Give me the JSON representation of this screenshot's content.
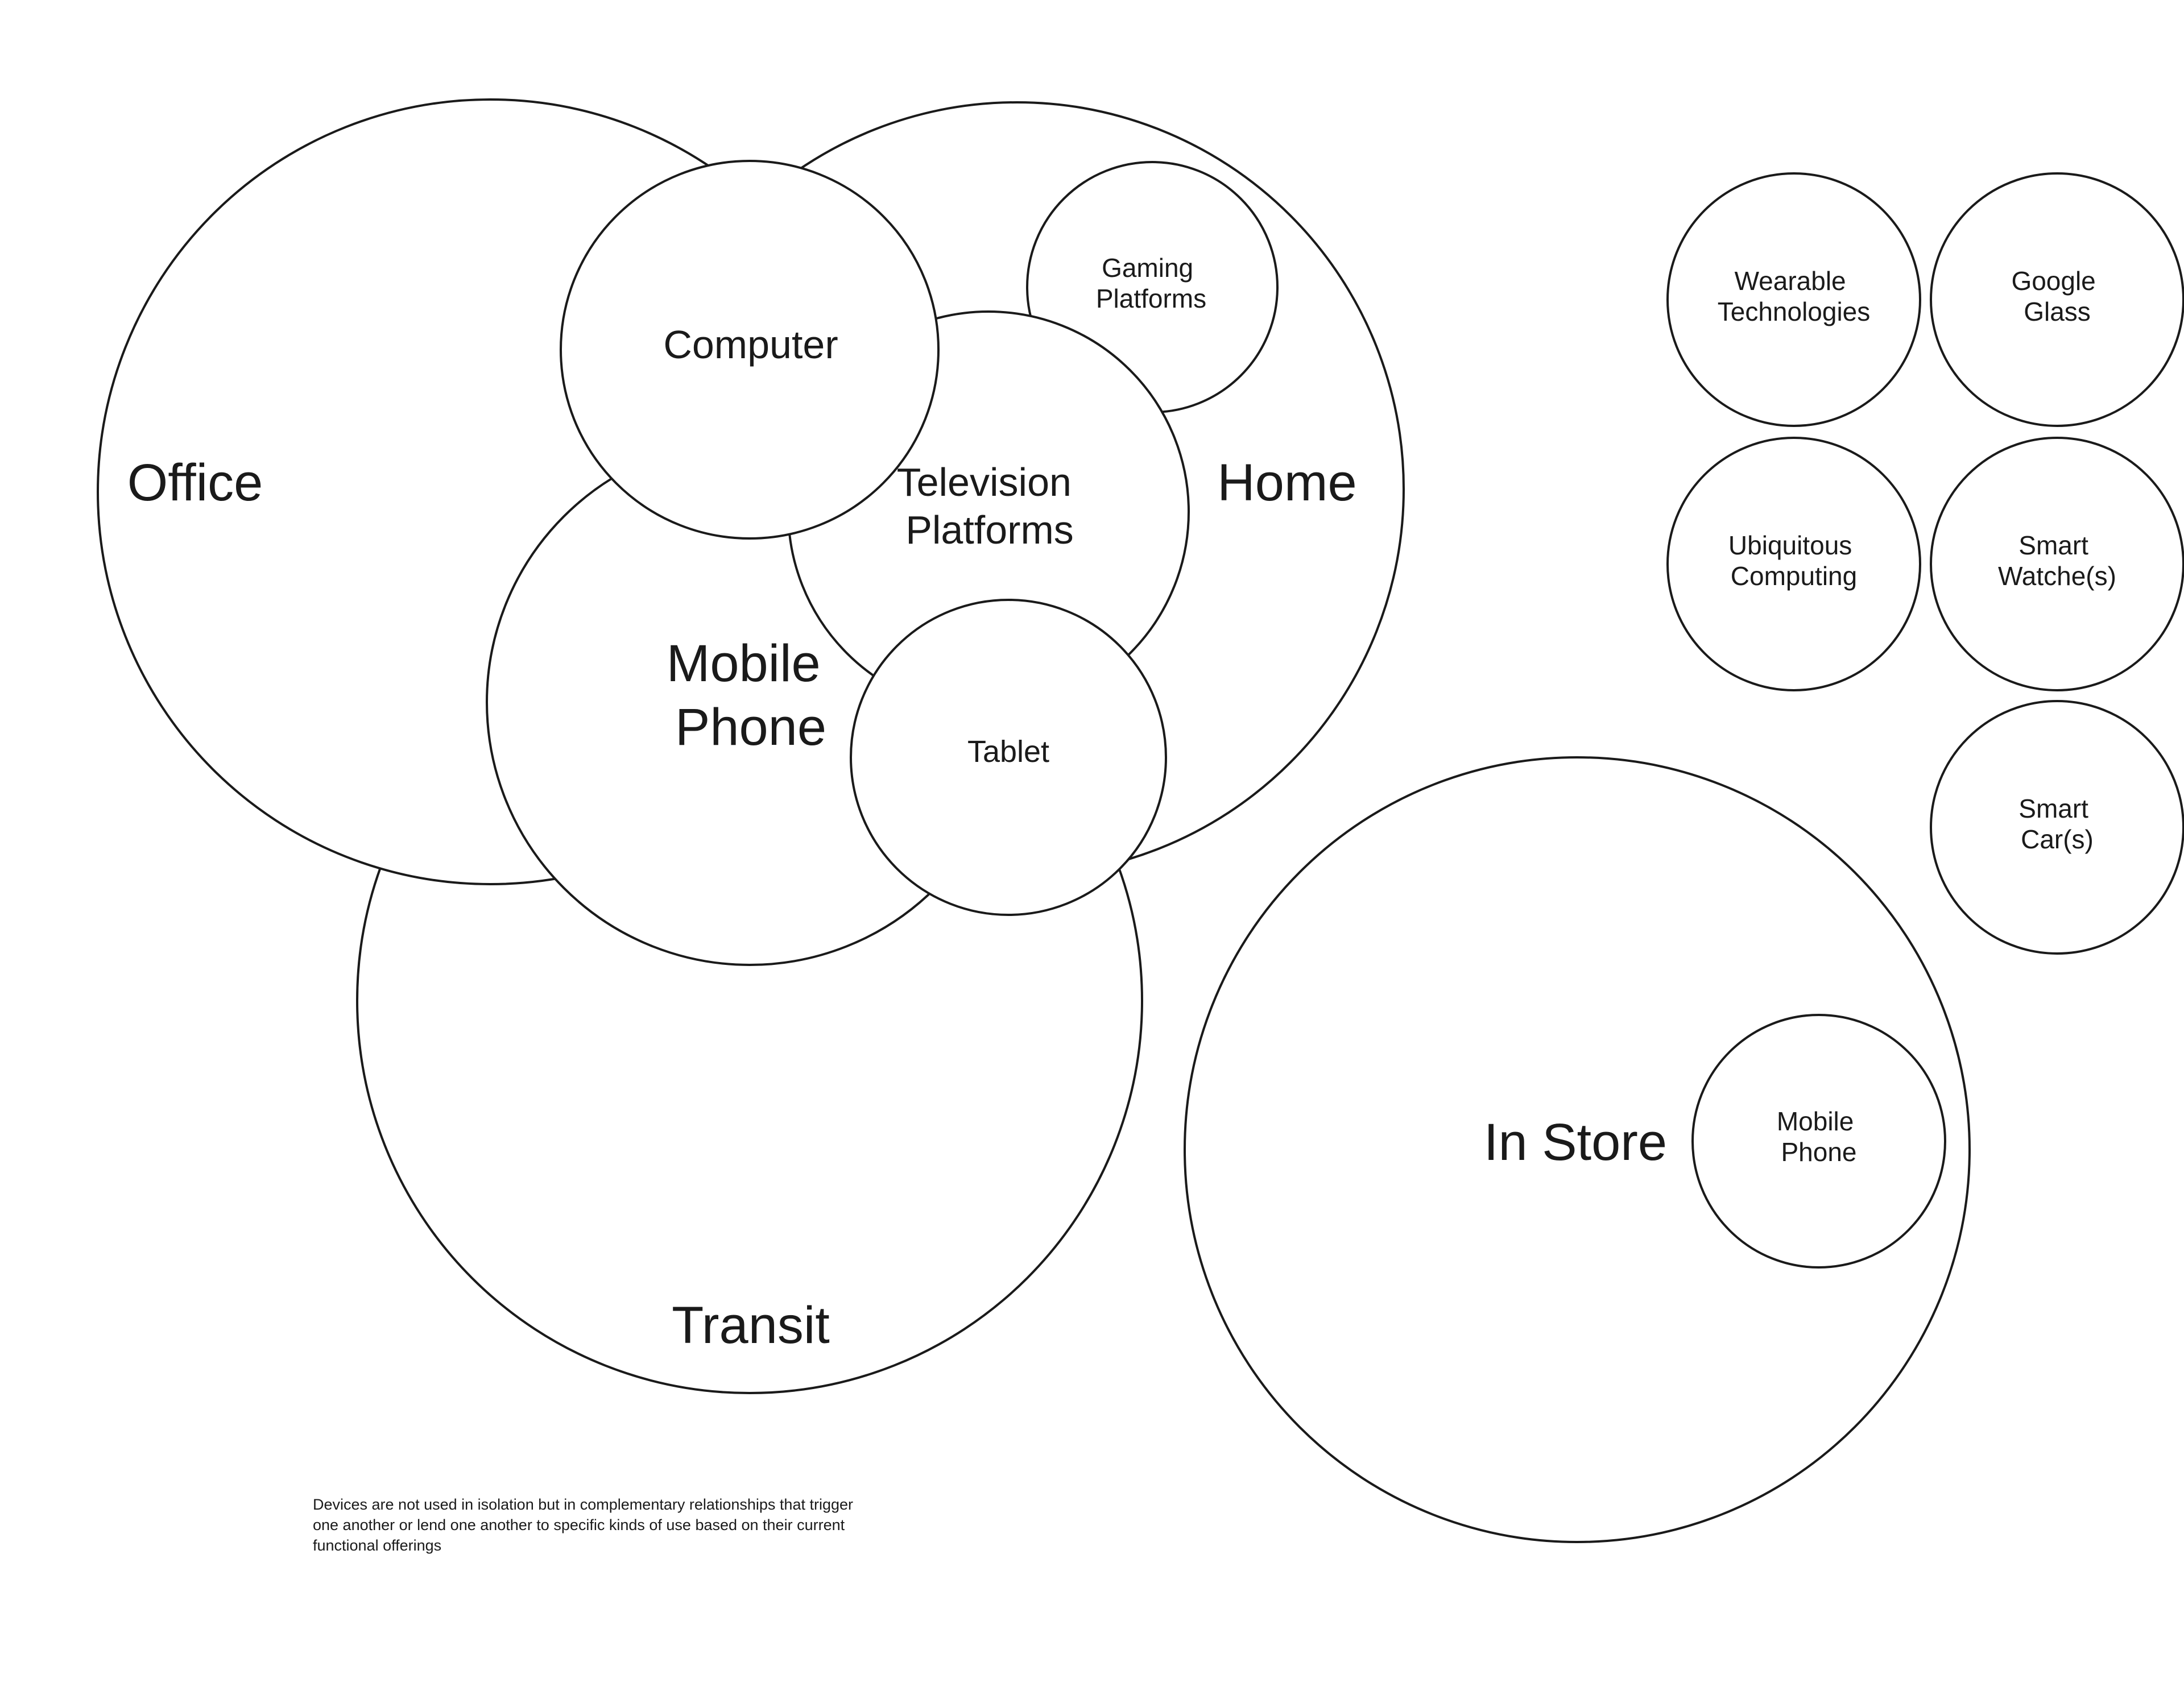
{
  "contexts": {
    "office": "Office",
    "home": "Home",
    "transit": "Transit",
    "in_store": "In Store"
  },
  "devices": {
    "computer": "Computer",
    "gaming_platforms": [
      "Gaming",
      "Platforms"
    ],
    "television_platforms": [
      "Television",
      "Platforms"
    ],
    "mobile_phone": [
      "Mobile",
      "Phone"
    ],
    "tablet": "Tablet",
    "in_store_mobile_phone": [
      "Mobile",
      "Phone"
    ]
  },
  "emerging": {
    "wearable_technologies": [
      "Wearable",
      "Technologies"
    ],
    "google_glass": [
      "Google",
      "Glass"
    ],
    "ubiquitous_computing": [
      "Ubiquitous",
      "Computing"
    ],
    "smart_watches": [
      "Smart",
      "Watche(s)"
    ],
    "smart_cars": [
      "Smart",
      "Car(s)"
    ]
  },
  "caption": "Devices are not used in isolation but in complementary relationships that trigger one another or lend one another to specific kinds of use based on their current functional offerings"
}
